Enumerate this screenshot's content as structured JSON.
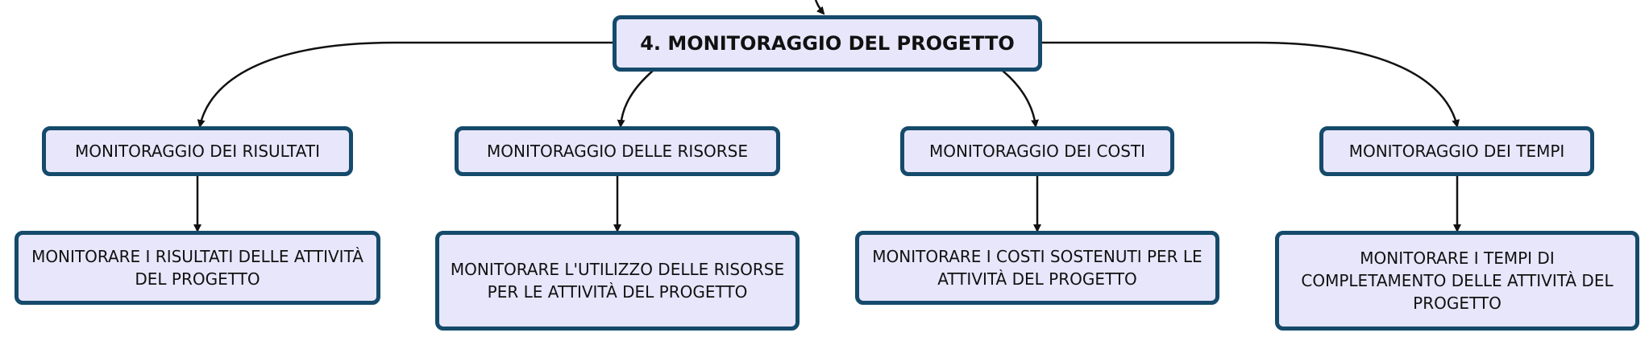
{
  "colors": {
    "node_fill": "#e8e6fb",
    "node_border": "#154a6b",
    "text": "#111111",
    "line": "#111111"
  },
  "root": {
    "label": "4. MONITORAGGIO DEL PROGETTO"
  },
  "branches": [
    {
      "title": "MONITORAGGIO DEI RISULTATI",
      "detail": "MONITORARE I RISULTATI DELLE ATTIVITÀ DEL PROGETTO"
    },
    {
      "title": "MONITORAGGIO DELLE RISORSE",
      "detail": "MONITORARE L'UTILIZZO DELLE RISORSE PER LE ATTIVITÀ DEL PROGETTO"
    },
    {
      "title": "MONITORAGGIO DEI COSTI",
      "detail": "MONITORARE I COSTI SOSTENUTI PER LE ATTIVITÀ DEL PROGETTO"
    },
    {
      "title": "MONITORAGGIO DEI TEMPI",
      "detail": "MONITORARE I TEMPI DI COMPLETAMENTO DELLE ATTIVITÀ DEL PROGETTO"
    }
  ]
}
